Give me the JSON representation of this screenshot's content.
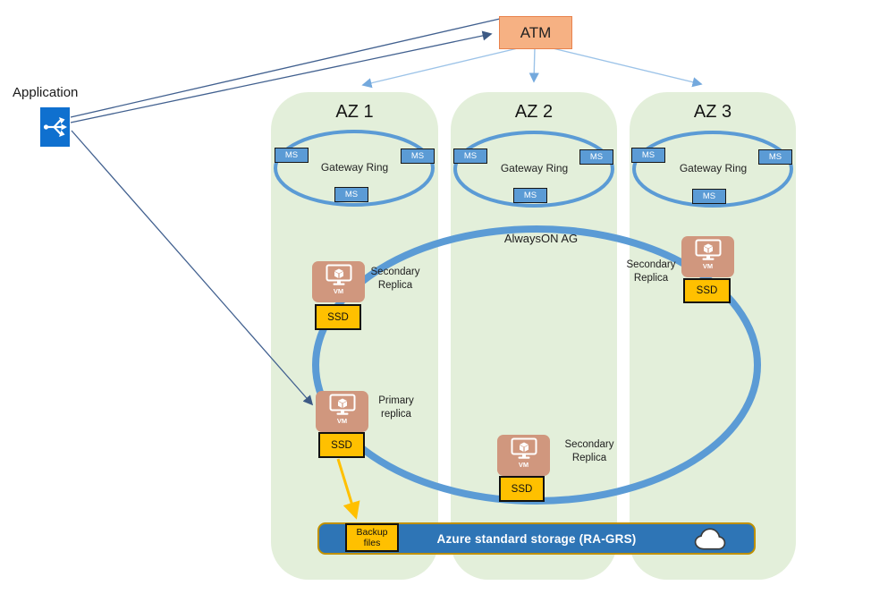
{
  "app": {
    "label": "Application",
    "icon": "branching-arrows-icon"
  },
  "atm": {
    "label": "ATM"
  },
  "zones": [
    {
      "title": "AZ 1",
      "ring_label": "Gateway Ring",
      "ms_nodes": [
        "MS",
        "MS",
        "MS"
      ]
    },
    {
      "title": "AZ 2",
      "ring_label": "Gateway Ring",
      "ms_nodes": [
        "MS",
        "MS",
        "MS"
      ]
    },
    {
      "title": "AZ 3",
      "ring_label": "Gateway Ring",
      "ms_nodes": [
        "MS",
        "MS",
        "MS"
      ]
    }
  ],
  "availability_group": {
    "label": "AlwaysON AG"
  },
  "replicas": [
    {
      "id": "az1-secondary",
      "vm_label": "VM",
      "ssd_label": "SSD",
      "role_line1": "Secondary",
      "role_line2": "Replica"
    },
    {
      "id": "az1-primary",
      "vm_label": "VM",
      "ssd_label": "SSD",
      "role_line1": "Primary",
      "role_line2": "replica"
    },
    {
      "id": "az2-secondary",
      "vm_label": "VM",
      "ssd_label": "SSD",
      "role_line1": "Secondary",
      "role_line2": "Replica"
    },
    {
      "id": "az3-secondary",
      "vm_label": "VM",
      "ssd_label": "SSD",
      "role_line1": "Secondary",
      "role_line2": "Replica"
    }
  ],
  "storage": {
    "label": "Azure standard storage (RA-GRS)",
    "backup_line1": "Backup",
    "backup_line2": "files",
    "icon": "cloud-icon"
  },
  "colors": {
    "zone_fill": "#e3efda",
    "ring_blue": "#5b9bd5",
    "ms_fill": "#5b9bd5",
    "atm_fill": "#f6b183",
    "atm_border": "#e8824d",
    "vm_fill": "#d0977e",
    "ssd_fill": "#ffc000",
    "storage_fill": "#2e75b6",
    "storage_border": "#bf9000",
    "app_icon_blue": "#0f70cf",
    "dark_arrow": "#41608f",
    "light_arrow": "#9cc3e8",
    "backup_arrow": "#ffc000"
  }
}
